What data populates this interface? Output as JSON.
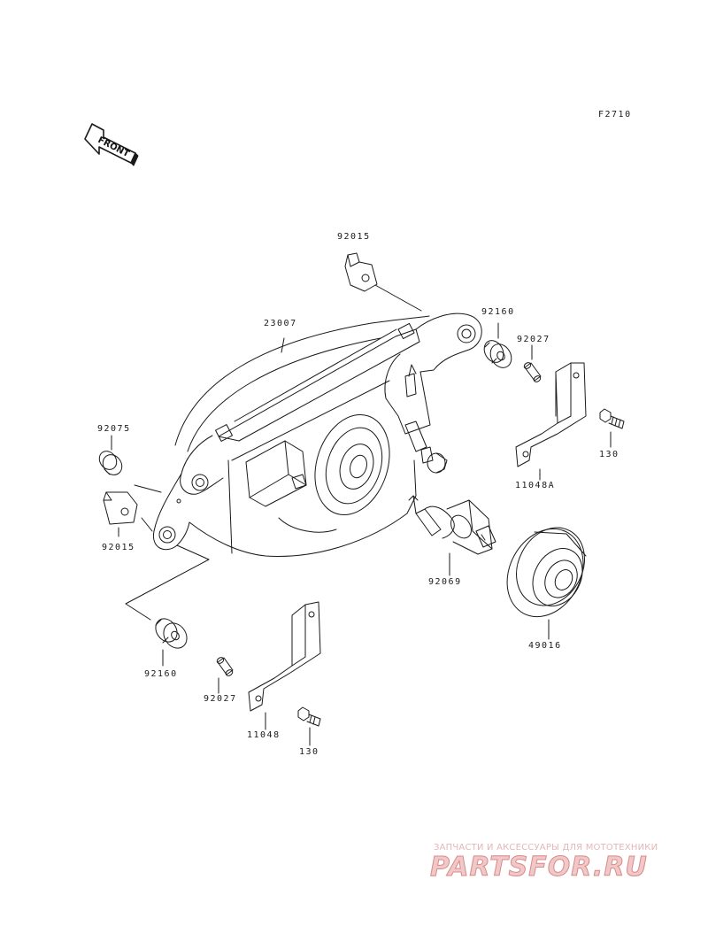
{
  "diagram": {
    "figure_code": "F2710",
    "front_label": "FRONT",
    "parts": [
      {
        "id": "p-92015-top",
        "number": "92015"
      },
      {
        "id": "p-23007",
        "number": "23007"
      },
      {
        "id": "p-92160-top",
        "number": "92160"
      },
      {
        "id": "p-92027-top",
        "number": "92027"
      },
      {
        "id": "p-130-right",
        "number": "130"
      },
      {
        "id": "p-11048A",
        "number": "11048A"
      },
      {
        "id": "p-92075",
        "number": "92075"
      },
      {
        "id": "p-92015-left",
        "number": "92015"
      },
      {
        "id": "p-92069",
        "number": "92069"
      },
      {
        "id": "p-49016",
        "number": "49016"
      },
      {
        "id": "p-92160-bottom",
        "number": "92160"
      },
      {
        "id": "p-92027-bottom",
        "number": "92027"
      },
      {
        "id": "p-11048",
        "number": "11048"
      },
      {
        "id": "p-130-bottom",
        "number": "130"
      }
    ]
  },
  "watermark": {
    "tagline": "ЗАПЧАСТИ И АКСЕССУАРЫ ДЛЯ МОТОТЕХНИКИ",
    "brand": "PARTSFOR.RU"
  },
  "colors": {
    "line": "#1a1a1a",
    "watermark": "#f1c8c8"
  }
}
